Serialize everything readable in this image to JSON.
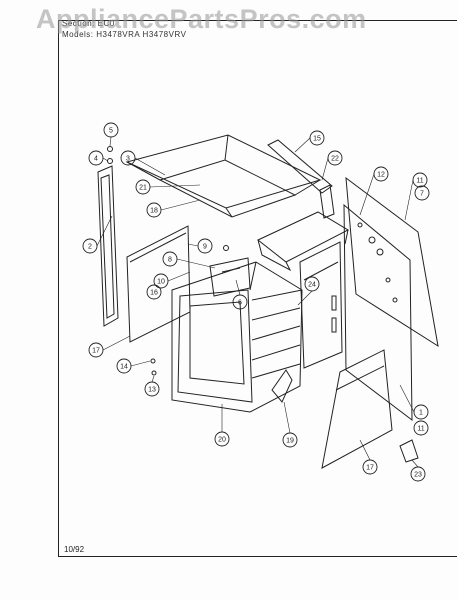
{
  "watermark": "AppliancePartsPros.com",
  "header": {
    "section_line": "Section: EC0",
    "models_line": "Models: H3478VRA   H3478VRV"
  },
  "footer": {
    "date": "10/92"
  },
  "callouts": [
    "5",
    "4",
    "3",
    "2",
    "21",
    "18",
    "15",
    "22",
    "12",
    "11",
    "7",
    "9",
    "8",
    "10",
    "16",
    "6",
    "24",
    "17",
    "14",
    "13",
    "20",
    "19",
    "1",
    "11",
    "17",
    "23"
  ]
}
